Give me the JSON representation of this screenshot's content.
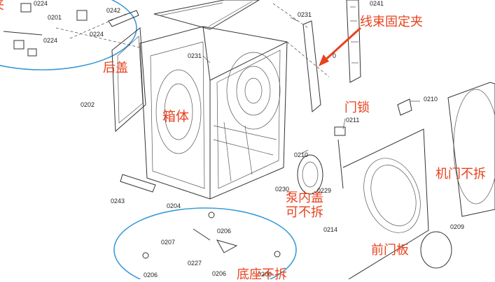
{
  "part_numbers": {
    "p0224_a": "0224",
    "p0201": "0201",
    "p0242": "0242",
    "p0224_b": "0224",
    "p0224_c": "0224",
    "p0231_a": "0231",
    "p0231_b": "0231",
    "p0241": "0241",
    "p0202": "0202",
    "p0210_a": "0210",
    "p0211": "0211",
    "p0210_b": "0210",
    "p0230": "0230",
    "p0229": "0229",
    "p0214": "0214",
    "p0243": "0243",
    "p0204": "0204",
    "p0206_a": "0206",
    "p0207": "0207",
    "p0227": "0227",
    "p0206_b": "0206",
    "p0206_c": "0206",
    "p0206_d": "0206",
    "p0209": "0209",
    "p0240_partial": "0"
  },
  "annotations": {
    "rear_cover": "后盖",
    "cabinet": "箱体",
    "harness_clip": "线束固定夹",
    "door_lock": "门锁",
    "pump_cover_line1": "泵内盖",
    "pump_cover_line2": "可不拆",
    "front_panel": "前门板",
    "door_partial": "机门不拆",
    "clip_partial": "夹",
    "base_partial": "底座不拆"
  },
  "colors": {
    "annotation": "#e8421e",
    "highlight_ellipse": "#3b9bd8",
    "line_art": "#333333"
  }
}
